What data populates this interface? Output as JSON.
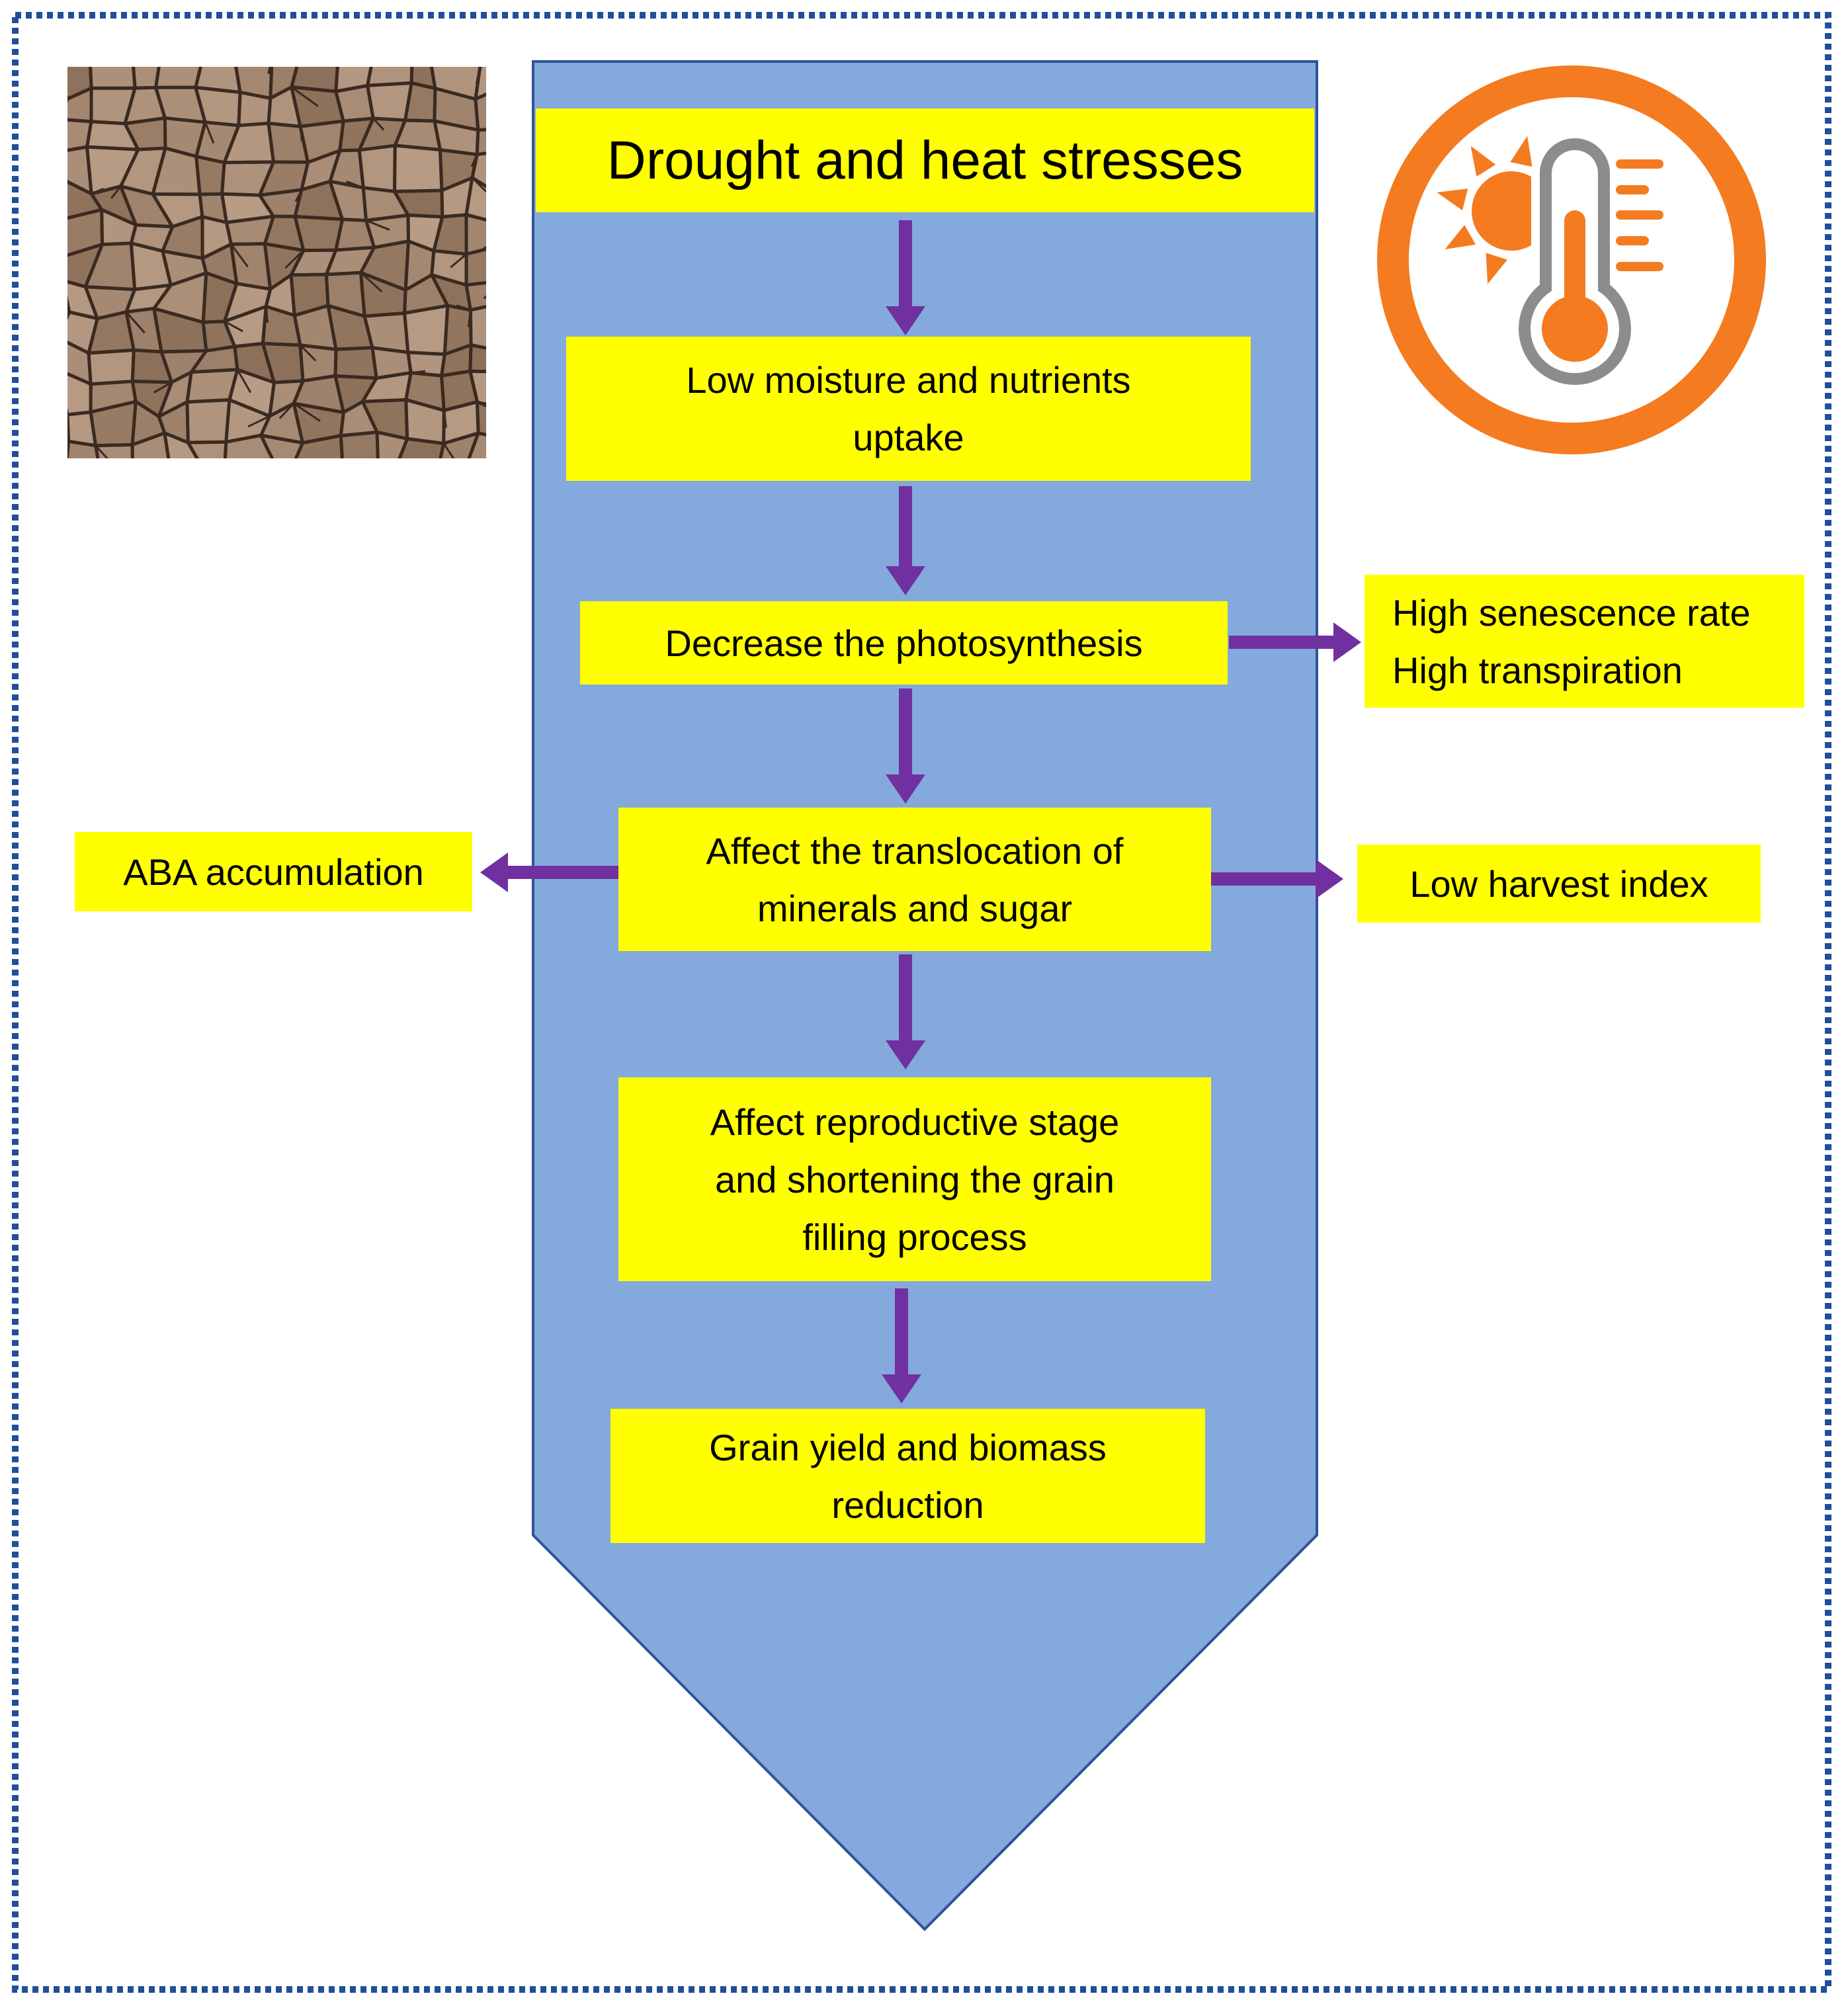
{
  "diagram": {
    "title": "Drought and heat stresses",
    "steps": [
      {
        "lines": [
          "Low moisture and nutrients",
          "uptake"
        ]
      },
      {
        "lines": [
          "Decrease the photosynthesis"
        ]
      },
      {
        "lines": [
          "Affect the translocation of",
          "minerals and sugar"
        ]
      },
      {
        "lines": [
          "Affect reproductive stage",
          "and shortening the grain",
          "filling process"
        ]
      },
      {
        "lines": [
          "Grain yield and biomass",
          "reduction"
        ]
      }
    ],
    "side_effects": {
      "photosynthesis_right": {
        "lines": [
          "High senescence rate",
          "High transpiration"
        ]
      },
      "translocation_left": {
        "lines": [
          "ABA accumulation"
        ]
      },
      "translocation_right": {
        "lines": [
          "Low harvest index"
        ]
      }
    }
  },
  "icons": {
    "drought": "cracked-dry-soil-photo",
    "heat": "sun-thermometer-icon",
    "flow": "purple-arrow"
  },
  "colors": {
    "box_fill": "#ffff00",
    "arrow": "#7030a0",
    "column_fill": "#84a9dc",
    "column_stroke": "#2f5597",
    "border": "#1f4e9c",
    "heat_icon": "#f47b20",
    "thermometer_outline": "#8c8c8c"
  }
}
